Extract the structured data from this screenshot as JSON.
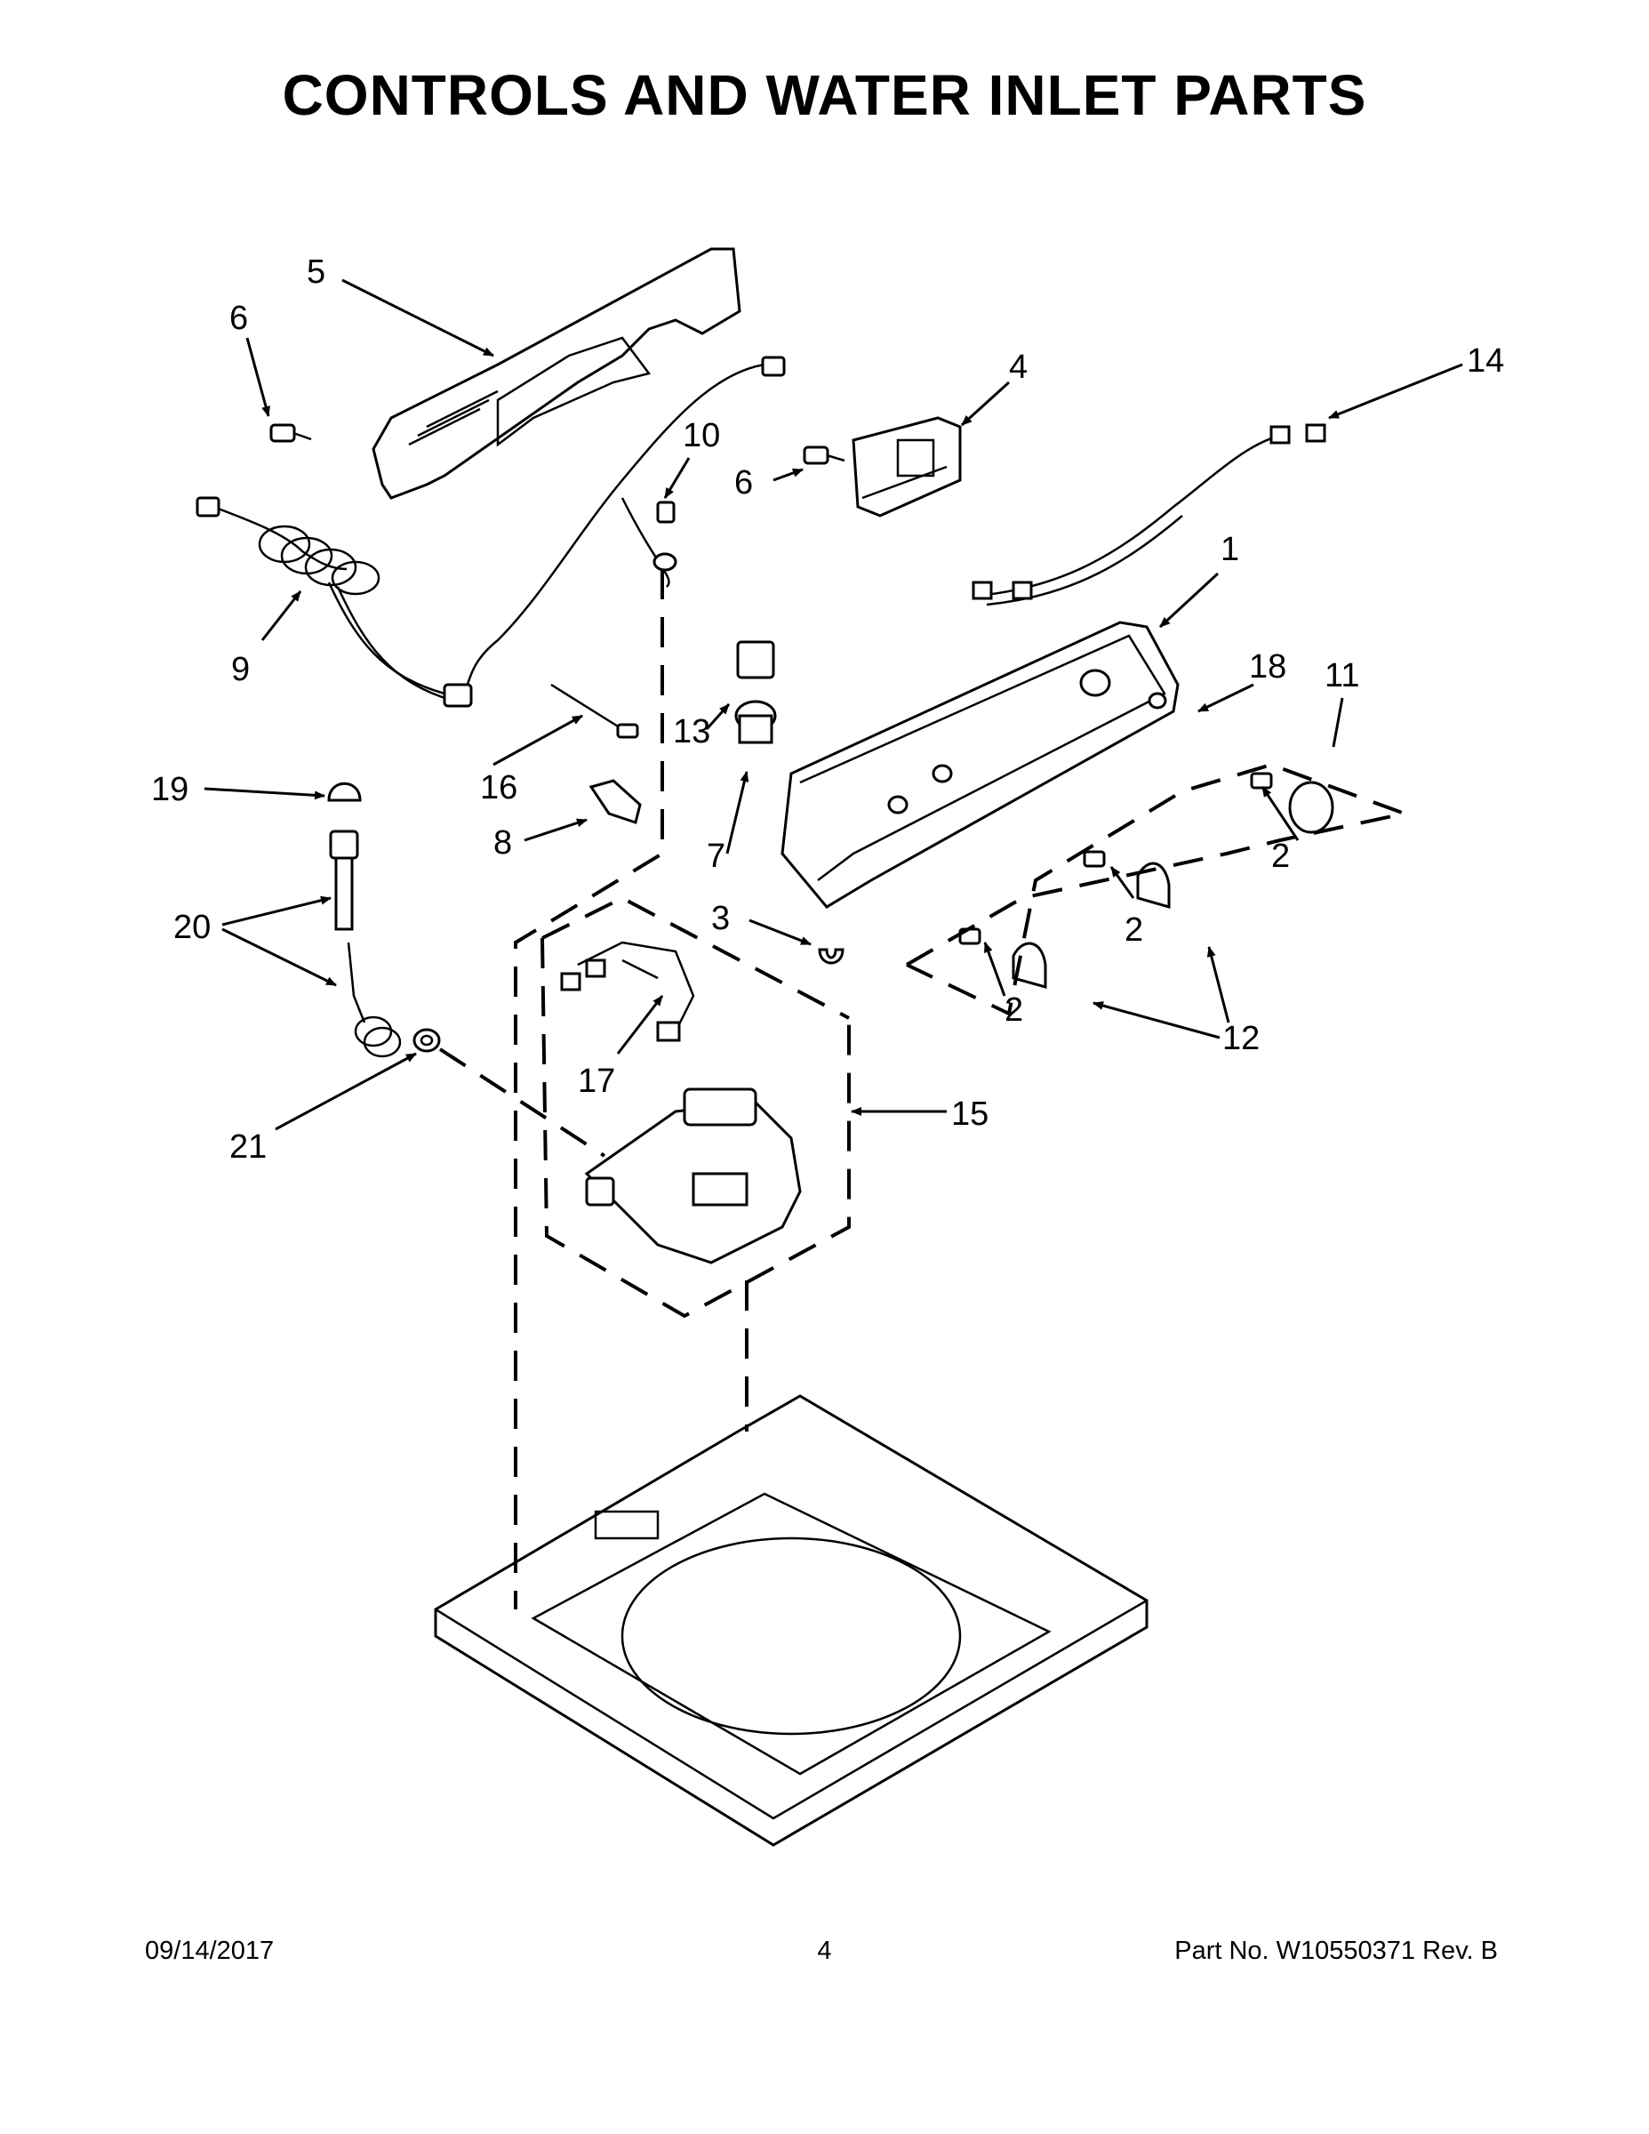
{
  "title": "CONTROLS AND WATER INLET PARTS",
  "callouts": {
    "c1": "1",
    "c2a": "2",
    "c2b": "2",
    "c2c": "2",
    "c3": "3",
    "c4": "4",
    "c5": "5",
    "c6a": "6",
    "c6b": "6",
    "c7": "7",
    "c8": "8",
    "c9": "9",
    "c10": "10",
    "c11": "11",
    "c12": "12",
    "c13": "13",
    "c14": "14",
    "c15": "15",
    "c16": "16",
    "c17": "17",
    "c18": "18",
    "c19": "19",
    "c20": "20",
    "c21": "21"
  },
  "footer": {
    "date": "09/14/2017",
    "page": "4",
    "part_no": "Part No.  W10550371  Rev.  B"
  }
}
